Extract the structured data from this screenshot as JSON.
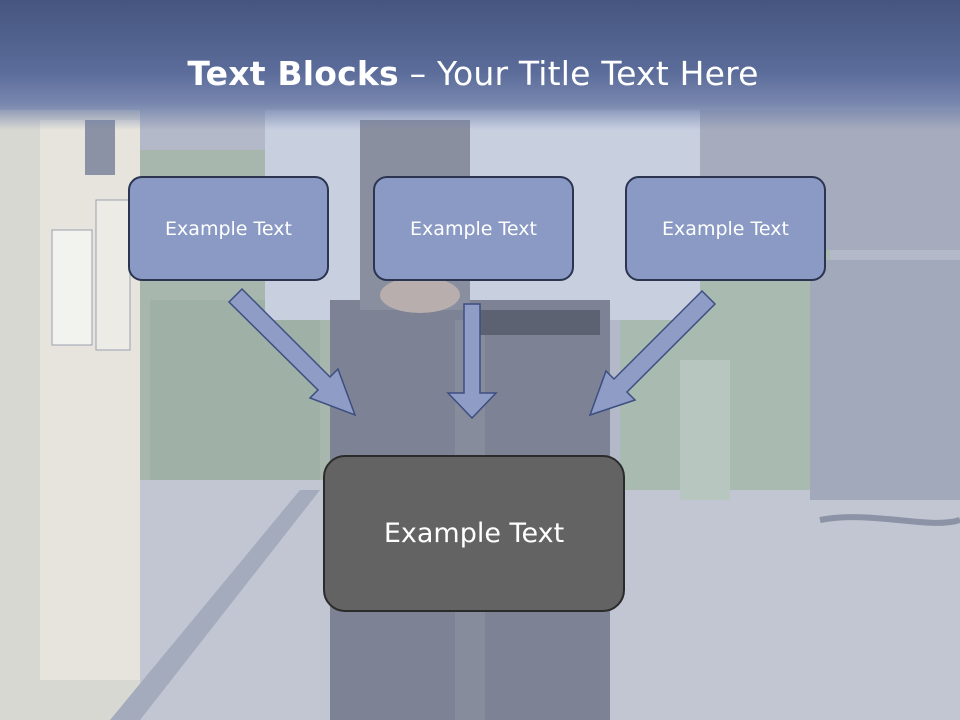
{
  "title": {
    "bold": "Text Blocks",
    "rest": " – Your Title Text Here"
  },
  "boxes": [
    {
      "label": "Example Text"
    },
    {
      "label": "Example Text"
    },
    {
      "label": "Example Text"
    }
  ],
  "center": {
    "label": "Example Text"
  },
  "colors": {
    "header": "#4a5a85",
    "box_fill": "#8a9ac4",
    "box_border": "#2b3550",
    "center_fill": "#636363",
    "arrow_fill": "#8e9cc6"
  }
}
